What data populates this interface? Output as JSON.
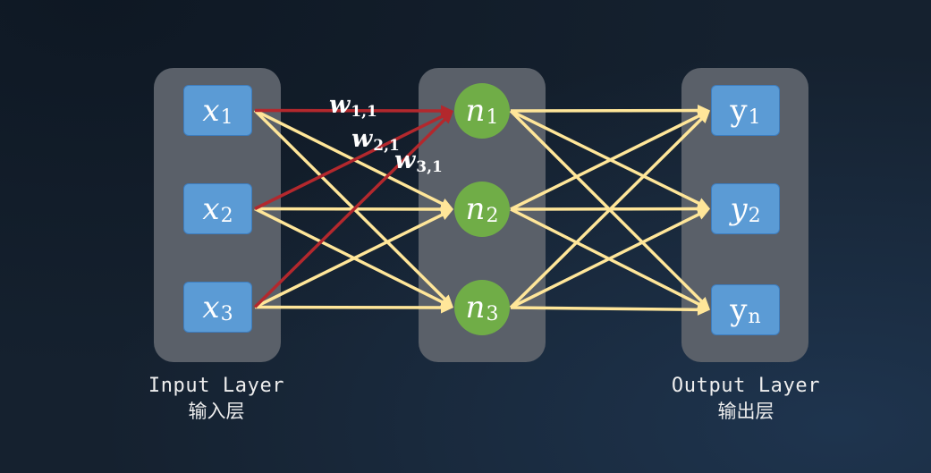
{
  "colors": {
    "background": "#15212f",
    "panel": "#5a6069",
    "input_output_node": "#5b9bd5",
    "hidden_node": "#70ad47",
    "edge": "#ffe699",
    "edge_highlight": "#b3282d",
    "text": "#ffffff"
  },
  "layers": [
    {
      "label": "Input Layer",
      "label_cn": "输入层",
      "nodes": [
        {
          "base": "x",
          "sub": "1"
        },
        {
          "base": "x",
          "sub": "2"
        },
        {
          "base": "x",
          "sub": "3"
        }
      ]
    },
    {
      "nodes": [
        {
          "base": "n",
          "sub": "1"
        },
        {
          "base": "n",
          "sub": "2"
        },
        {
          "base": "n",
          "sub": "3"
        }
      ]
    },
    {
      "label": "Output Layer",
      "label_cn": "输出层",
      "nodes": [
        {
          "base": "y",
          "sub": "1"
        },
        {
          "base": "y",
          "sub": "2"
        },
        {
          "base": "y",
          "sub": "n"
        }
      ]
    }
  ],
  "weights": [
    {
      "base": "w",
      "sub": "1,1"
    },
    {
      "base": "w",
      "sub": "2,1"
    },
    {
      "base": "w",
      "sub": "3,1"
    }
  ],
  "connections": [
    {
      "from": [
        0,
        0
      ],
      "to": [
        1,
        1
      ],
      "highlighted": false
    },
    {
      "from": [
        0,
        0
      ],
      "to": [
        1,
        2
      ],
      "highlighted": false
    },
    {
      "from": [
        0,
        1
      ],
      "to": [
        1,
        1
      ],
      "highlighted": false
    },
    {
      "from": [
        0,
        1
      ],
      "to": [
        1,
        2
      ],
      "highlighted": false
    },
    {
      "from": [
        0,
        2
      ],
      "to": [
        1,
        1
      ],
      "highlighted": false
    },
    {
      "from": [
        0,
        2
      ],
      "to": [
        1,
        2
      ],
      "highlighted": false
    },
    {
      "from": [
        1,
        0
      ],
      "to": [
        2,
        0
      ],
      "highlighted": false
    },
    {
      "from": [
        1,
        0
      ],
      "to": [
        2,
        1
      ],
      "highlighted": false
    },
    {
      "from": [
        1,
        0
      ],
      "to": [
        2,
        2
      ],
      "highlighted": false
    },
    {
      "from": [
        1,
        1
      ],
      "to": [
        2,
        0
      ],
      "highlighted": false
    },
    {
      "from": [
        1,
        1
      ],
      "to": [
        2,
        1
      ],
      "highlighted": false
    },
    {
      "from": [
        1,
        1
      ],
      "to": [
        2,
        2
      ],
      "highlighted": false
    },
    {
      "from": [
        1,
        2
      ],
      "to": [
        2,
        0
      ],
      "highlighted": false
    },
    {
      "from": [
        1,
        2
      ],
      "to": [
        2,
        1
      ],
      "highlighted": false
    },
    {
      "from": [
        1,
        2
      ],
      "to": [
        2,
        2
      ],
      "highlighted": false
    },
    {
      "from": [
        0,
        0
      ],
      "to": [
        1,
        0
      ],
      "highlighted": true
    },
    {
      "from": [
        0,
        1
      ],
      "to": [
        1,
        0
      ],
      "highlighted": true
    },
    {
      "from": [
        0,
        2
      ],
      "to": [
        1,
        0
      ],
      "highlighted": true
    }
  ]
}
